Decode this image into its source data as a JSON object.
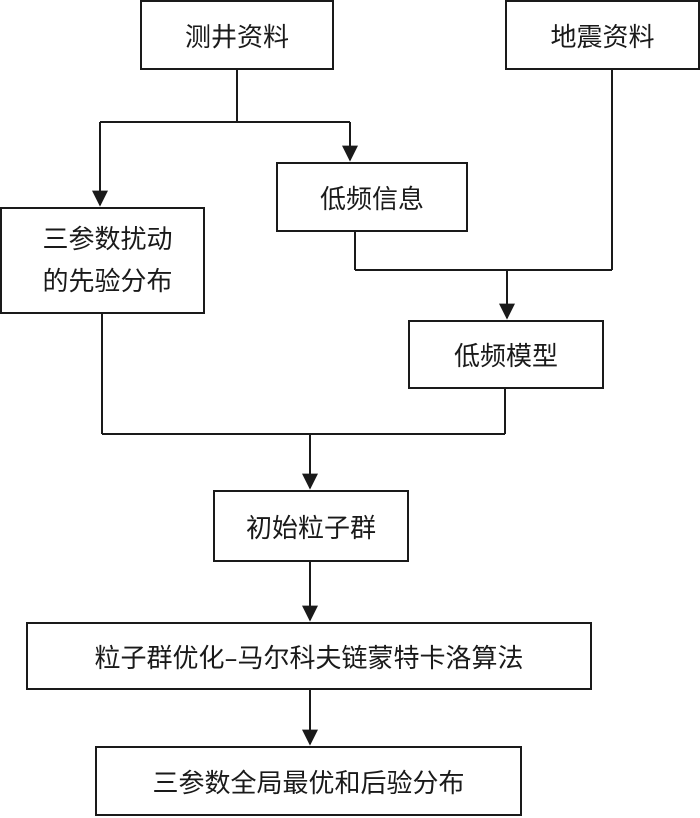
{
  "nodes": {
    "well_log": "测井资料",
    "seismic": "地震资料",
    "low_freq_info": "低频信息",
    "prior": "三参数扰动\n的先验分布",
    "low_freq_model": "低频模型",
    "init_swarm": "初始粒子群",
    "pso_mcmc": "粒子群优化–马尔科夫链蒙特卡洛算法",
    "posterior": "三参数全局最优和后验分布"
  },
  "colors": {
    "line": "#1a1a1a",
    "box_border": "#1a1a1a",
    "background": "#ffffff"
  }
}
